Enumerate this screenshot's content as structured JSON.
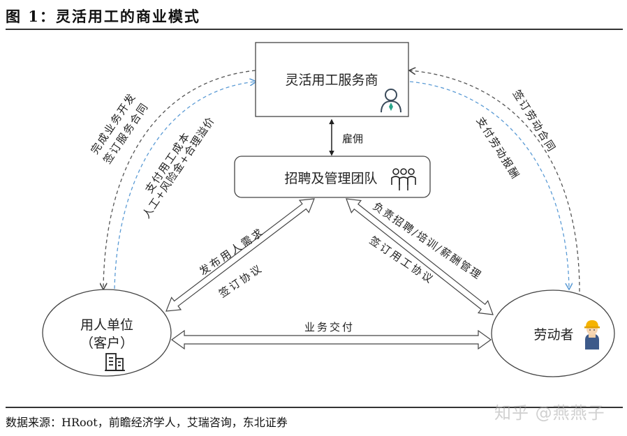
{
  "figure": {
    "title": "图 1：灵活用工的商业模式",
    "source": "数据来源：HRoot，前瞻经济学人，艾瑞咨询，东北证券",
    "watermark": "知乎 @燕燕子"
  },
  "nodes": {
    "provider": {
      "label": "灵活用工服务商",
      "icon": "businessperson-icon"
    },
    "team": {
      "label": "招聘及管理团队",
      "icon": "people-group-icon"
    },
    "employer": {
      "label_line1": "用人单位",
      "label_line2": "（客户）",
      "icon": "office-building-icon"
    },
    "worker": {
      "label": "劳动者",
      "icon": "construction-worker-icon"
    }
  },
  "edges": {
    "provider_team": "雇佣",
    "employer_outer_line1": "完成业务开发",
    "employer_outer_line2": "签订服务合同",
    "employer_inner_line1": "支付用工成本",
    "employer_inner_line2": "人工+风险金+合理溢价",
    "worker_outer": "签订劳动合同",
    "worker_inner": "支付劳动报酬",
    "team_employer_upper": "发布用人需求",
    "team_employer_lower": "签订协议",
    "team_worker_upper": "负责招聘/培训/薪酬管理",
    "team_worker_lower": "签订用工协议",
    "employer_worker": "业务交付"
  },
  "colors": {
    "dash_dark": "#555555",
    "dash_blue": "#5b9bd5",
    "tie": "#2aa58a",
    "helmet": "#f5b300",
    "overalls": "#3d5a8a"
  }
}
